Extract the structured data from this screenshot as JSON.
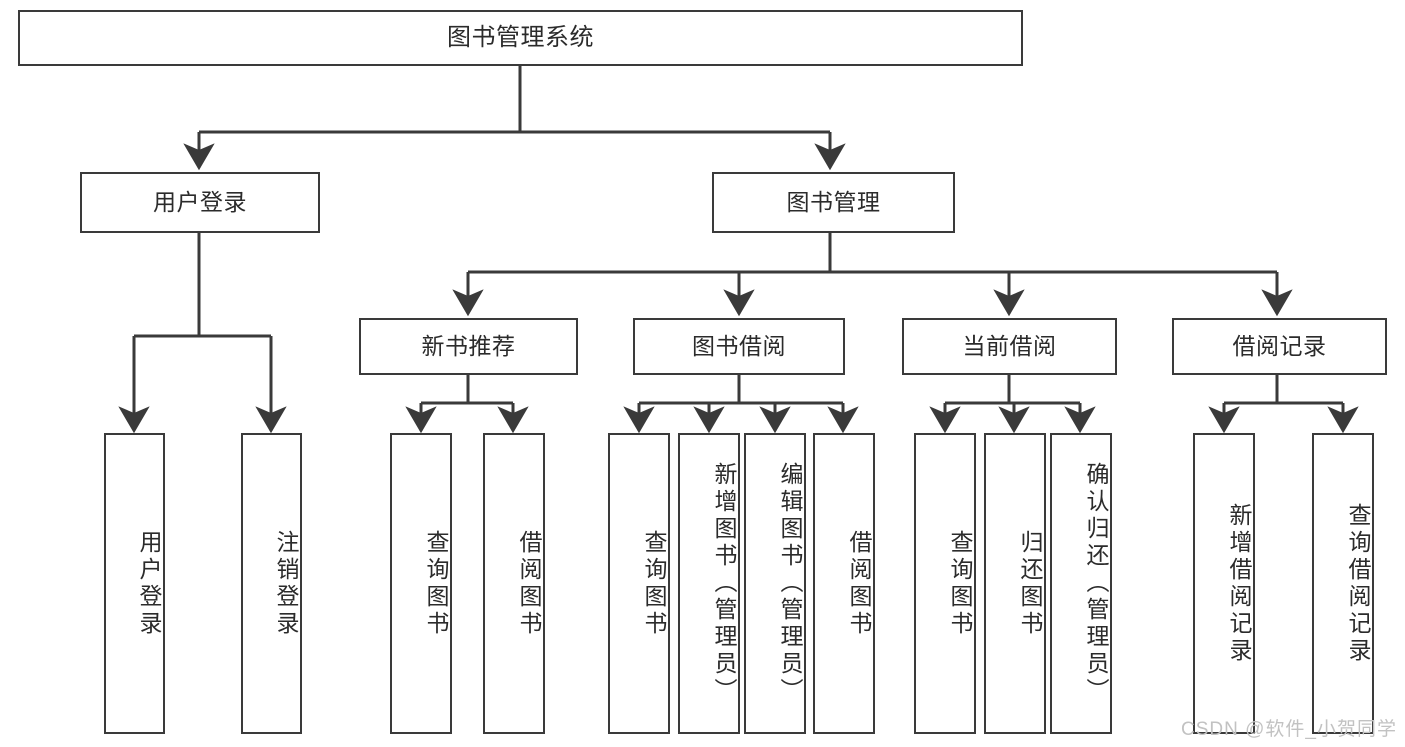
{
  "diagram": {
    "title": "图书管理系统",
    "type": "tree",
    "watermark": "CSDN @软件_小贺同学",
    "colors": {
      "box_border": "#3a3a3a",
      "box_fill": "#ffffff",
      "text": "#2b2b2b",
      "edge": "#3a3a3a",
      "watermark": "#c2c2c2",
      "background": "#ffffff"
    },
    "root": {
      "label": "图书管理系统"
    },
    "level2": [
      {
        "id": "user-login",
        "label": "用户登录"
      },
      {
        "id": "book-management",
        "label": "图书管理"
      }
    ],
    "level3": [
      {
        "id": "new-book-recommend",
        "label": "新书推荐",
        "parent": "book-management"
      },
      {
        "id": "book-borrow",
        "label": "图书借阅",
        "parent": "book-management"
      },
      {
        "id": "current-borrow",
        "label": "当前借阅",
        "parent": "book-management"
      },
      {
        "id": "borrow-record",
        "label": "借阅记录",
        "parent": "book-management"
      }
    ],
    "leaves": [
      {
        "id": "leaf-user-login",
        "label": "用户登录",
        "parent": "user-login"
      },
      {
        "id": "leaf-logout-login",
        "label": "注销登录",
        "parent": "user-login"
      },
      {
        "id": "leaf-query-book-1",
        "label": "查询图书",
        "parent": "new-book-recommend"
      },
      {
        "id": "leaf-borrow-book-1",
        "label": "借阅图书",
        "parent": "new-book-recommend"
      },
      {
        "id": "leaf-query-book-2",
        "label": "查询图书",
        "parent": "book-borrow"
      },
      {
        "id": "leaf-add-book",
        "label": "新增图书（管理员）",
        "parent": "book-borrow"
      },
      {
        "id": "leaf-edit-book",
        "label": "编辑图书（管理员）",
        "parent": "book-borrow"
      },
      {
        "id": "leaf-borrow-book-2",
        "label": "借阅图书",
        "parent": "book-borrow"
      },
      {
        "id": "leaf-query-book-3",
        "label": "查询图书",
        "parent": "current-borrow"
      },
      {
        "id": "leaf-return-book",
        "label": "归还图书",
        "parent": "current-borrow"
      },
      {
        "id": "leaf-confirm-return",
        "label": "确认归还（管理员）",
        "parent": "current-borrow"
      },
      {
        "id": "leaf-add-borrow-record",
        "label": "新增借阅记录",
        "parent": "borrow-record"
      },
      {
        "id": "leaf-query-borrow-record",
        "label": "查询借阅记录",
        "parent": "borrow-record"
      }
    ]
  }
}
